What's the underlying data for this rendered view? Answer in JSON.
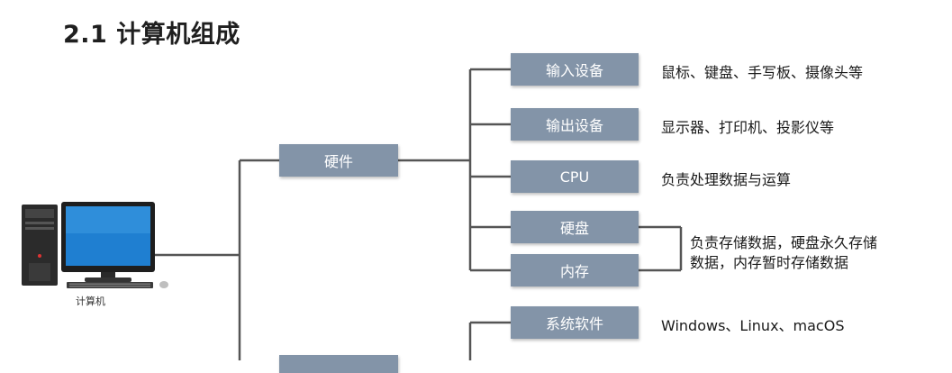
{
  "title": "2.1 计算机组成",
  "computer_label": "计算机",
  "categories": {
    "hardware": "硬件"
  },
  "components": [
    {
      "label": "输入设备",
      "desc": "鼠标、键盘、手写板、摄像头等"
    },
    {
      "label": "输出设备",
      "desc": "显示器、打印机、投影仪等"
    },
    {
      "label": "CPU",
      "desc": "负责处理数据与运算"
    },
    {
      "label": "硬盘",
      "desc": ""
    },
    {
      "label": "内存",
      "desc": ""
    },
    {
      "label": "系统软件",
      "desc": "Windows、Linux、macOS"
    }
  ],
  "storage_note": "负责存储数据，硬盘永久存储数据，内存暂时存储数据",
  "colors": {
    "box_fill": "#8394a8",
    "connector": "#555555"
  }
}
